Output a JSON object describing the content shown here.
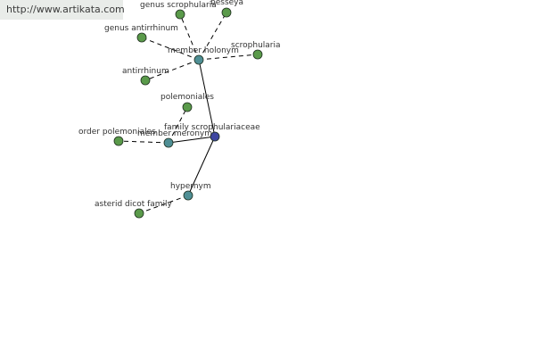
{
  "watermark": "http://www.artikata.com",
  "colors": {
    "leaf": "#5a9a4a",
    "hub": "#4f8f95",
    "center": "#3f47a0",
    "edge": "#000000"
  },
  "nodes": [
    {
      "id": "center",
      "label": "family scrophulariaceae",
      "kind": "center"
    },
    {
      "id": "holonym",
      "label": "member holonym",
      "kind": "hub"
    },
    {
      "id": "meronym",
      "label": "member meronym",
      "kind": "hub"
    },
    {
      "id": "hypernym",
      "label": "hypernym",
      "kind": "hub"
    },
    {
      "id": "genus-scrophularia",
      "label": "genus scrophularia",
      "kind": "leaf"
    },
    {
      "id": "besseya",
      "label": "besseya",
      "kind": "leaf"
    },
    {
      "id": "genus-antirrhinum",
      "label": "genus antirrhinum",
      "kind": "leaf"
    },
    {
      "id": "scrophularia",
      "label": "scrophularia",
      "kind": "leaf"
    },
    {
      "id": "antirrhinum",
      "label": "antirrhinum",
      "kind": "leaf"
    },
    {
      "id": "polemoniales",
      "label": "polemoniales",
      "kind": "leaf"
    },
    {
      "id": "order-polemoniales",
      "label": "order polemoniales",
      "kind": "leaf"
    },
    {
      "id": "asterid-dicot-family",
      "label": "asterid dicot family",
      "kind": "leaf"
    }
  ],
  "edges": [
    {
      "from": "center",
      "to": "holonym",
      "style": "solid"
    },
    {
      "from": "center",
      "to": "meronym",
      "style": "solid"
    },
    {
      "from": "center",
      "to": "hypernym",
      "style": "solid"
    },
    {
      "from": "holonym",
      "to": "genus-scrophularia",
      "style": "dashed"
    },
    {
      "from": "holonym",
      "to": "besseya",
      "style": "dashed"
    },
    {
      "from": "holonym",
      "to": "genus-antirrhinum",
      "style": "dashed"
    },
    {
      "from": "holonym",
      "to": "scrophularia",
      "style": "dashed"
    },
    {
      "from": "holonym",
      "to": "antirrhinum",
      "style": "dashed"
    },
    {
      "from": "meronym",
      "to": "polemoniales",
      "style": "dashed"
    },
    {
      "from": "meronym",
      "to": "order-polemoniales",
      "style": "dashed"
    },
    {
      "from": "hypernym",
      "to": "asterid-dicot-family",
      "style": "dashed"
    }
  ]
}
